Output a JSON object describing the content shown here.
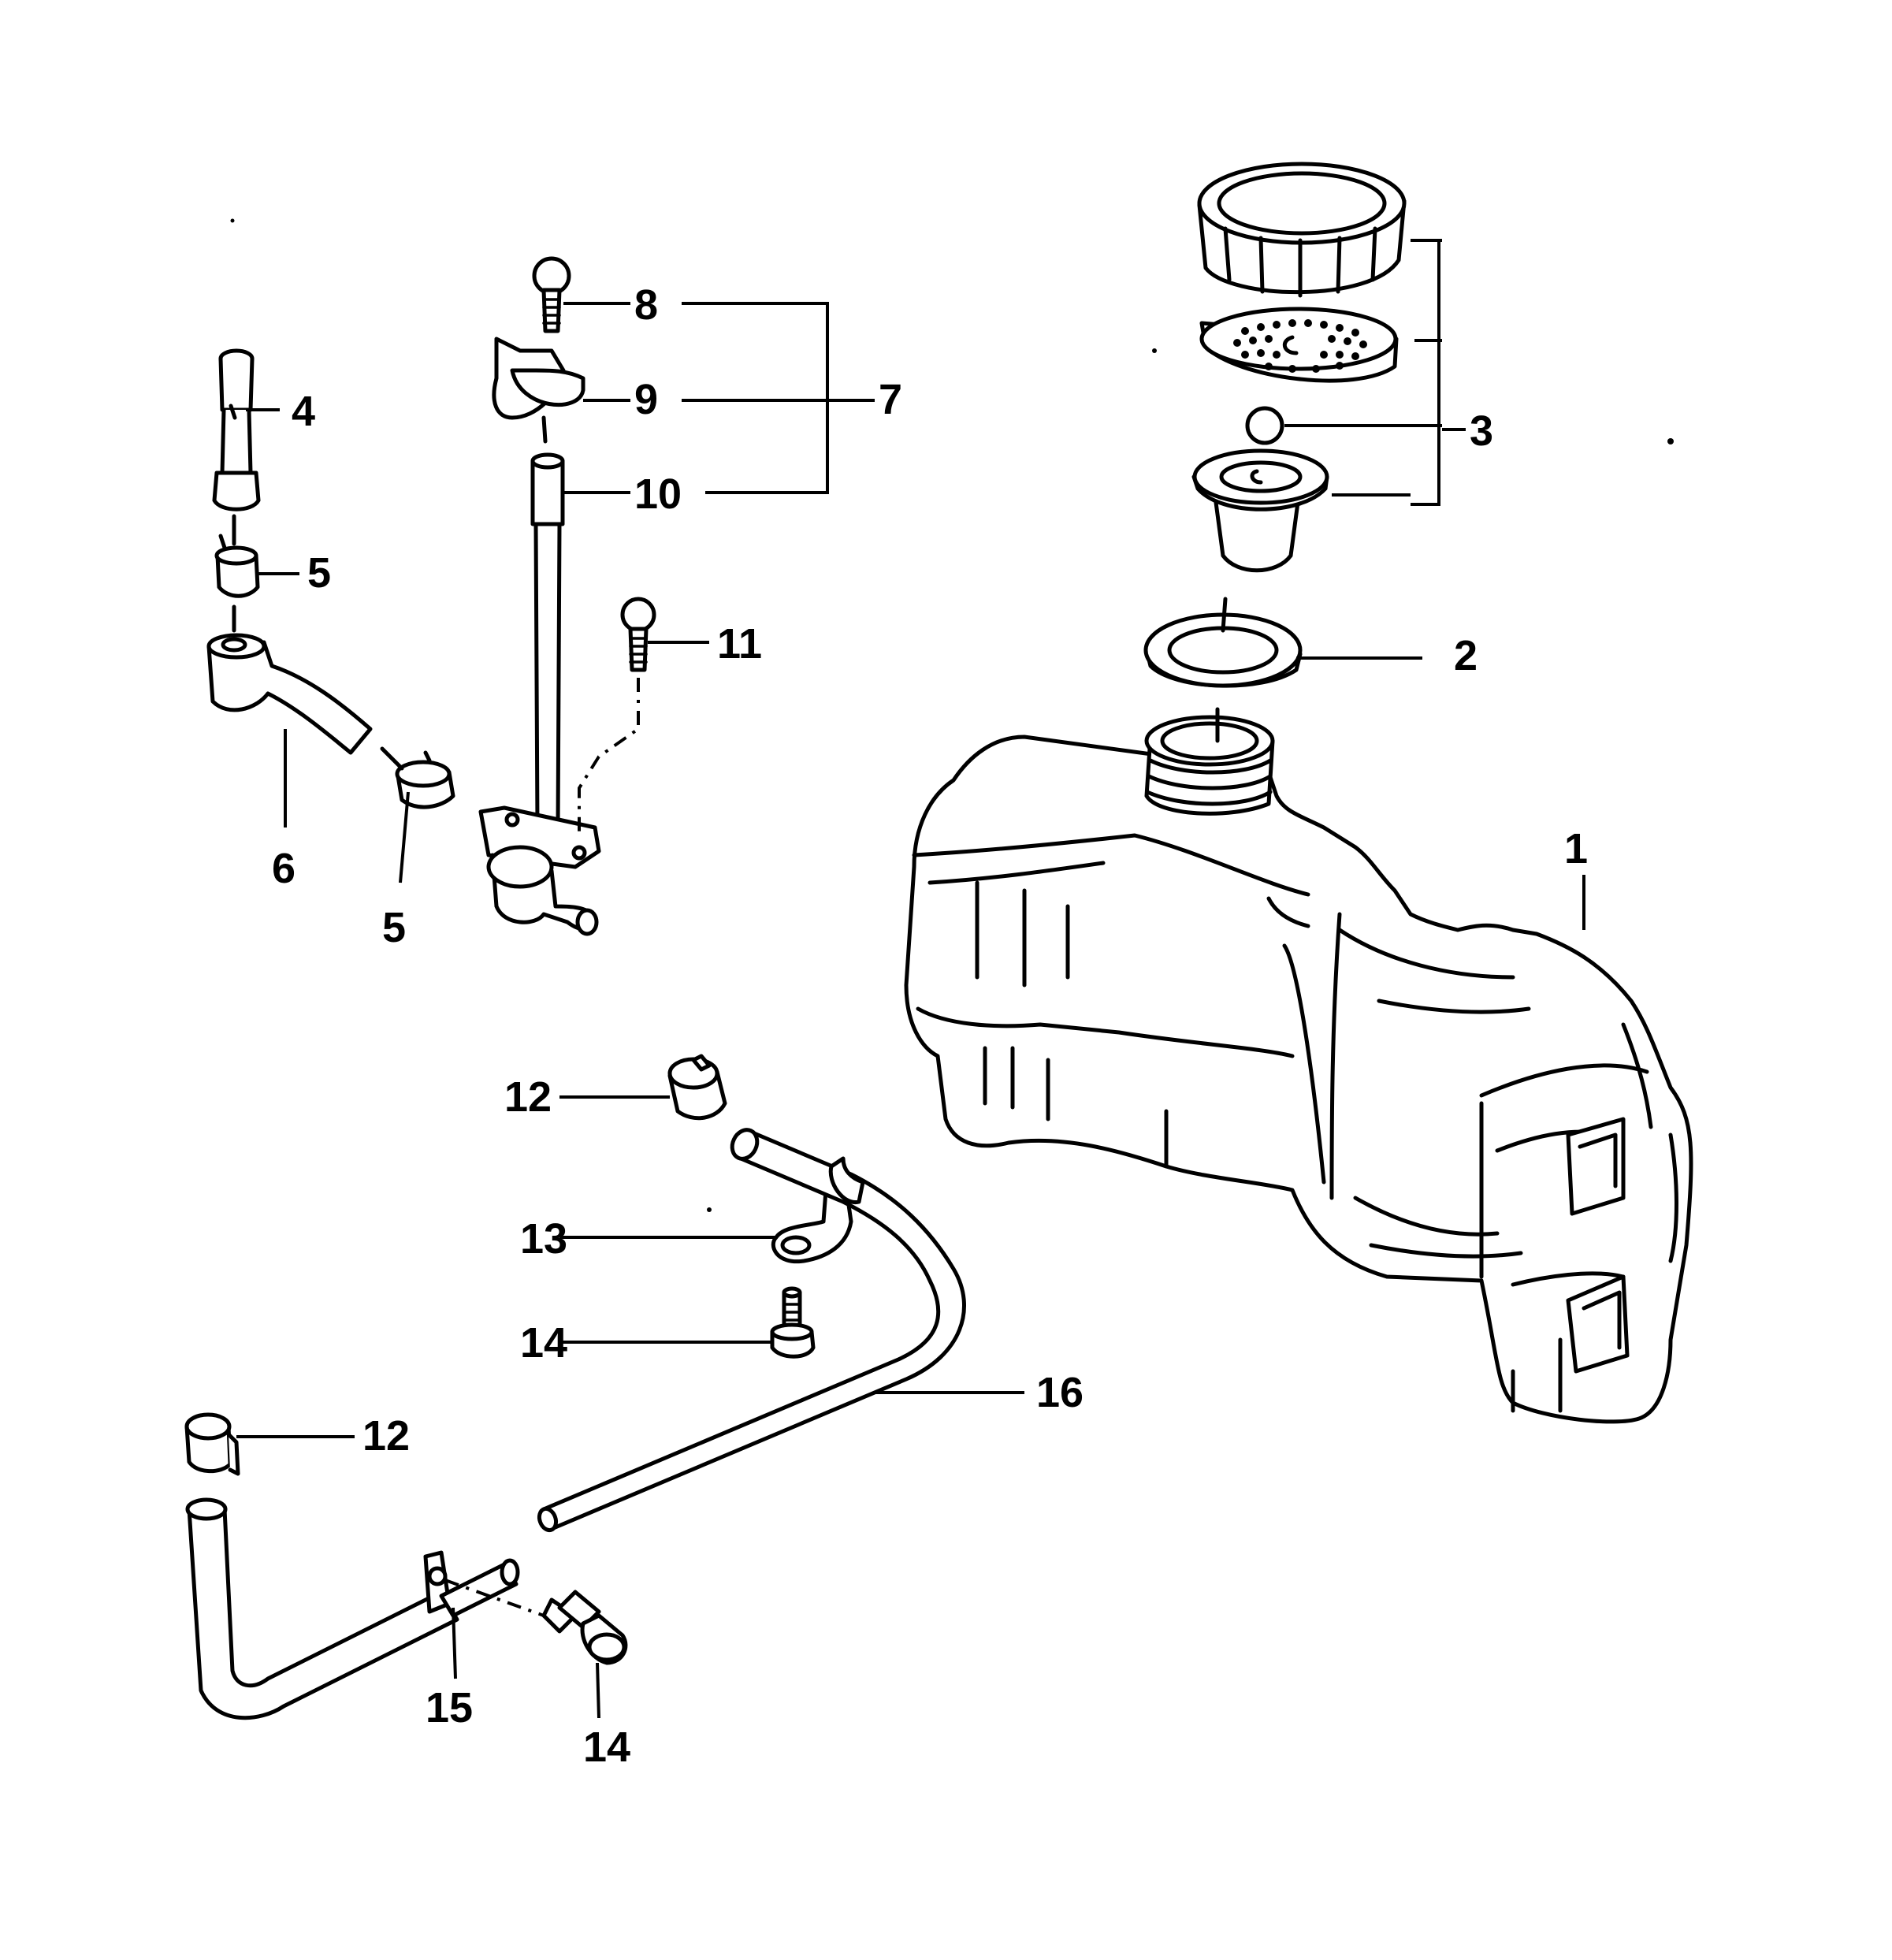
{
  "callouts": {
    "c1": "1",
    "c2": "2",
    "c3": "3",
    "c4": "4",
    "c5a": "5",
    "c5b": "5",
    "c6": "6",
    "c7": "7",
    "c8": "8",
    "c9": "9",
    "c10": "10",
    "c11": "11",
    "c12a": "12",
    "c12b": "12",
    "c13": "13",
    "c14a": "14",
    "c14b": "14",
    "c15": "15",
    "c16": "16"
  }
}
